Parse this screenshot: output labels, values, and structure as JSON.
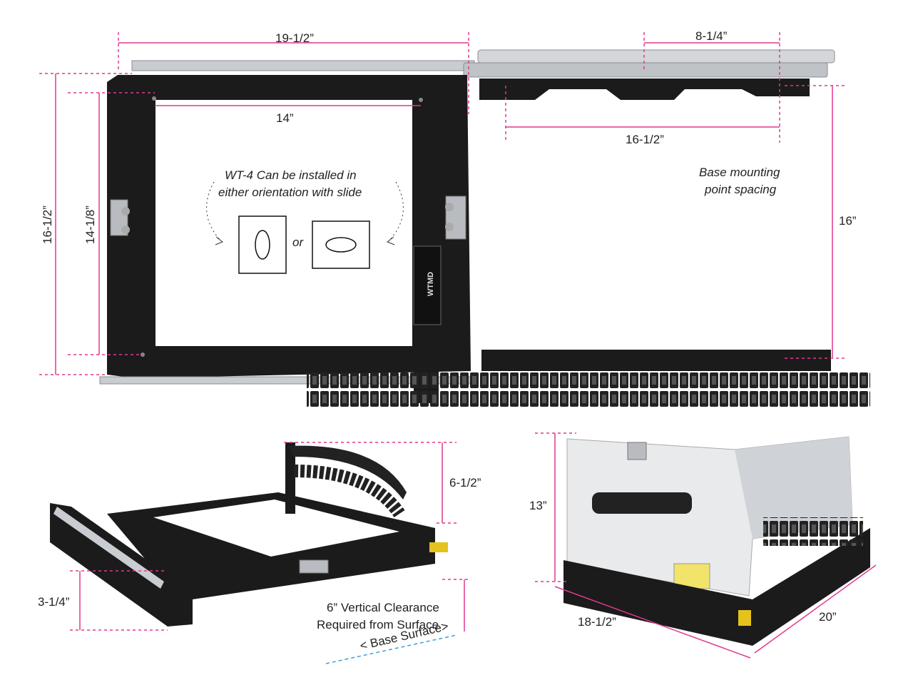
{
  "colors": {
    "dimension_line": "#e0398f",
    "base_surface_line": "#3aa0d8",
    "frame_black": "#1b1b1b",
    "aluminum": "#c9ccd0",
    "printer_panel": "#e8eaec"
  },
  "top_view": {
    "dim_width": "19-1/2”",
    "dim_height": "16-1/2”",
    "dim_inner_width": "14”",
    "dim_inner_height": "14-1/8”",
    "note_line1": "WT-4 Can be installed in",
    "note_line2": "either orientation with slide",
    "or_label": "or",
    "brand_label": "WTMD"
  },
  "base_view": {
    "dim_top": "8-1/4”",
    "dim_rail": "16-1/2”",
    "dim_height": "16”",
    "note_line1": "Base mounting",
    "note_line2": "point spacing"
  },
  "side_view": {
    "dim_upright": "6-1/2”",
    "dim_rail_height": "3-1/4”",
    "clearance_line1": "6” Vertical Clearance",
    "clearance_line2": "Required from Surface",
    "base_surface_label": "< Base Surface>"
  },
  "installed_view": {
    "dim_height": "13”",
    "dim_depth": "18-1/2”",
    "dim_width": "20”"
  }
}
